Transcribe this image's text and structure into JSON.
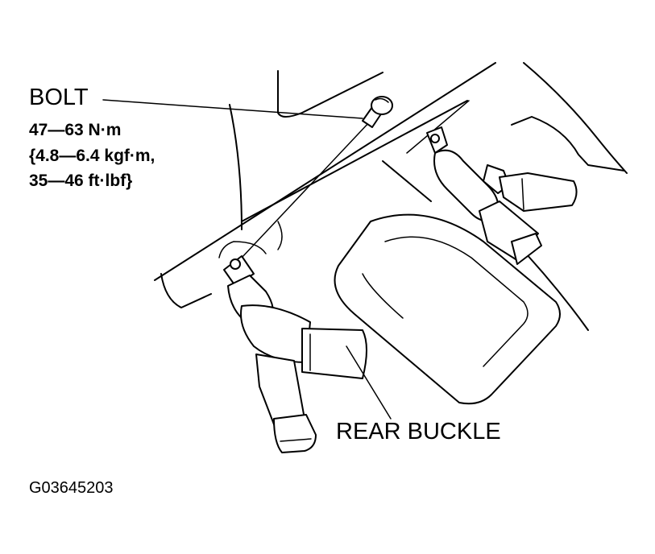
{
  "labels": {
    "bolt": "BOLT",
    "torque_nm": "47—63 N·m",
    "torque_kgf": "{4.8—6.4 kgf·m,",
    "torque_ftlbf": "35—46 ft·lbf}",
    "rear_buckle": "REAR BUCKLE"
  },
  "figure_id": "G03645203",
  "colors": {
    "ink": "#000000",
    "paper": "#ffffff"
  }
}
